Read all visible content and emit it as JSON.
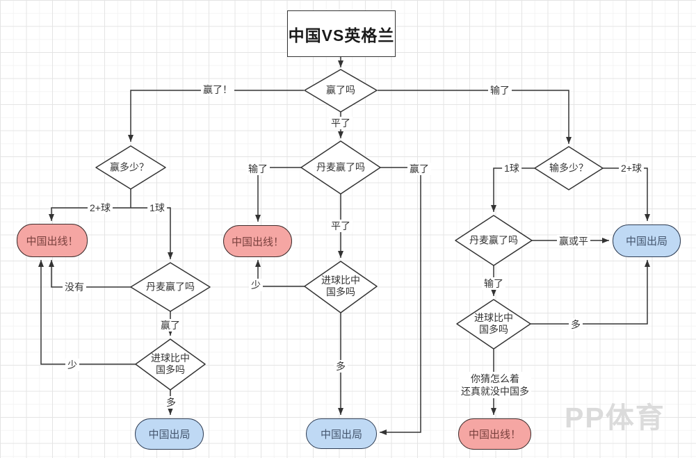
{
  "title": "中国VS英格兰",
  "watermark": "PP体育",
  "colors": {
    "line": "#333333",
    "advance_fill": "#F5A6A3",
    "advance_border": "#3D2B2B",
    "advance_text": "#79403D",
    "eliminated_fill": "#BFD9F4",
    "eliminated_border": "#2C3B52",
    "eliminated_text": "#45566E"
  },
  "decisions": {
    "q_win": "赢了吗",
    "q_win_margin": "赢多少？",
    "q_denmark_left": "丹麦赢了吗",
    "q_goals_left": "进球比中国多吗",
    "q_denmark_mid": "丹麦赢了吗",
    "q_goals_mid": "进球比中国多吗",
    "q_lose_margin": "输多少？",
    "q_denmark_right": "丹麦赢了吗",
    "q_goals_right": "进球比中国多吗"
  },
  "outcomes": {
    "advance_left": "中国出线！",
    "eliminated_left": "中国出局",
    "advance_mid": "中国出线！",
    "eliminated_mid": "中国出局",
    "eliminated_right": "中国出局",
    "advance_right": "中国出线！"
  },
  "edge_labels": {
    "won": "赢了！",
    "drew": "平了",
    "lost": "输了",
    "left_two_plus": "2+球",
    "left_one": "1球",
    "left_no": "没有",
    "left_won": "赢了",
    "left_fewer": "少",
    "left_more": "多",
    "mid_lost": "输了",
    "mid_won": "赢了",
    "mid_drew": "平了",
    "mid_fewer": "少",
    "mid_more": "多",
    "right_one": "1球",
    "right_two_plus": "2+球",
    "right_win_or_draw": "赢或平",
    "right_lost": "输了",
    "right_more": "多",
    "right_guess_line1": "你猜怎么着",
    "right_guess_line2": "还真就没中国多"
  }
}
